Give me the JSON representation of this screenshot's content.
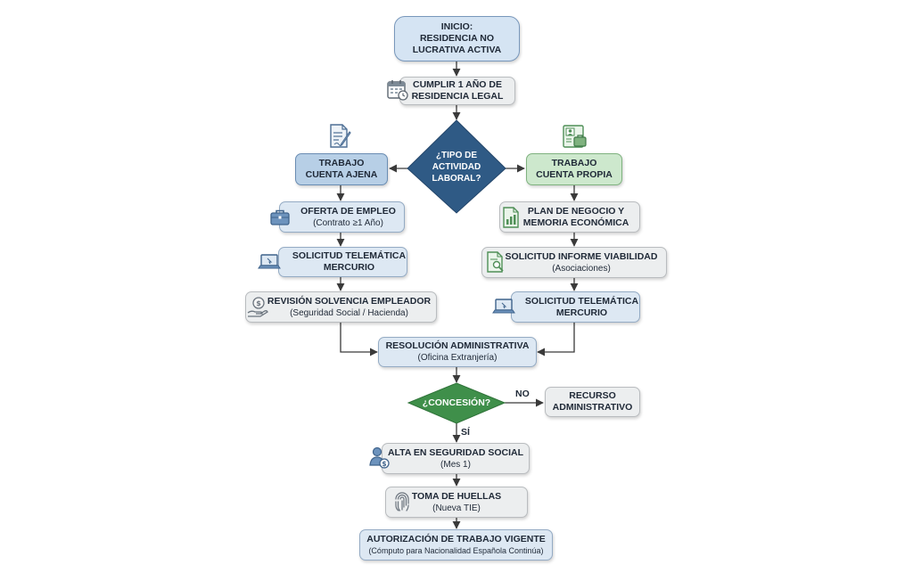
{
  "nodes": {
    "inicio": {
      "line1": "INICIO:",
      "line2": "RESIDENCIA NO",
      "line3": "LUCRATIVA ACTIVA"
    },
    "cumplir": {
      "line1": "CUMPLIR 1 AÑO DE",
      "line2": "RESIDENCIA LEGAL"
    },
    "tipo": {
      "line1": "¿TIPO DE",
      "line2": "ACTIVIDAD",
      "line3": "LABORAL?"
    },
    "ajena": {
      "line1": "TRABAJO",
      "line2": "CUENTA AJENA"
    },
    "propia": {
      "line1": "TRABAJO",
      "line2": "CUENTA PROPIA"
    },
    "oferta": {
      "title": "OFERTA DE EMPLEO",
      "subtitle": "(Contrato ≥1 Año)"
    },
    "mercurio_left": {
      "line1": "SOLICITUD TELEMÁTICA",
      "line2": "MERCURIO"
    },
    "revision": {
      "title": "REVISIÓN SOLVENCIA EMPLEADOR",
      "subtitle": "(Seguridad Social / Hacienda)"
    },
    "plan": {
      "line1": "PLAN DE NEGOCIO Y",
      "line2": "MEMORIA ECONÓMICA"
    },
    "informe": {
      "title": "SOLICITUD INFORME VIABILIDAD",
      "subtitle": "(Asociaciones)"
    },
    "mercurio_right": {
      "line1": "SOLICITUD TELEMÁTICA",
      "line2": "MERCURIO"
    },
    "resolucion": {
      "title": "RESOLUCIÓN ADMINISTRATIVA",
      "subtitle": "(Oficina Extranjería)"
    },
    "concesion": {
      "label": "¿CONCESIÓN?"
    },
    "recurso": {
      "line1": "RECURSO",
      "line2": "ADMINISTRATIVO"
    },
    "alta": {
      "title": "ALTA EN SEGURIDAD SOCIAL",
      "subtitle": "(Mes 1)"
    },
    "huellas": {
      "title": "TOMA DE HUELLAS",
      "subtitle": "(Nueva TIE)"
    },
    "autorizacion": {
      "title": "AUTORIZACIÓN DE TRABAJO VIGENTE",
      "subtitle": "(Cómputo para Nacionalidad Española Continúa)"
    }
  },
  "edge_labels": {
    "no": "NO",
    "si": "SÍ"
  },
  "icons": [
    "calendar-icon",
    "document-pen-icon",
    "briefcase-person-icon",
    "briefcase-icon",
    "laptop-icon",
    "money-hand-icon",
    "chart-document-icon",
    "search-document-icon",
    "laptop-icon",
    "person-money-icon",
    "fingerprint-icon"
  ],
  "colors": {
    "start_fill": "#d5e4f3",
    "decision_blue": "#2f5a85",
    "decision_green": "#3f8f4a",
    "ajena_fill": "#b7cfe6",
    "propia_fill": "#cde8cd",
    "step_fill": "#eceeef",
    "arrow": "#3a3a3a"
  }
}
